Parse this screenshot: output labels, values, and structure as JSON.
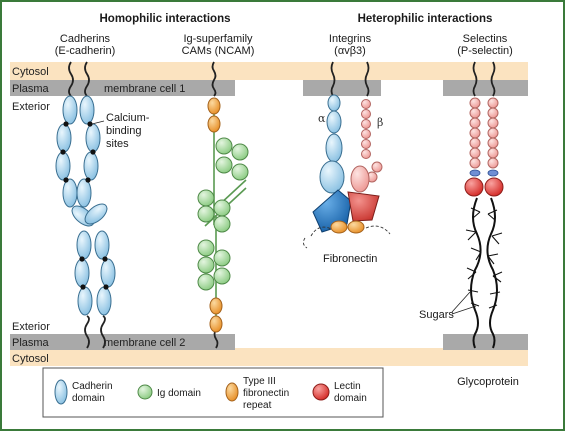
{
  "headers": {
    "homophilic": "Homophilic interactions",
    "heterophilic": "Heterophilic interactions"
  },
  "molecules": {
    "cadherins": {
      "name": "Cadherins",
      "example": "(E-cadherin)"
    },
    "ig_cams": {
      "name": "Ig-superfamily",
      "example": "CAMs (NCAM)"
    },
    "integrins": {
      "name": "Integrins",
      "example": "(αvβ3)"
    },
    "selectins": {
      "name": "Selectins",
      "example": "(P-selectin)"
    }
  },
  "regions": {
    "cytosol_top": "Cytosol",
    "plasma_label": "Plasma",
    "membrane1": "membrane cell 1",
    "exterior_top": "Exterior",
    "exterior_bottom": "Exterior",
    "membrane2": "membrane cell 2",
    "cytosol_bottom": "Cytosol"
  },
  "annotations": {
    "calcium_line1": "Calcium-",
    "calcium_line2": "binding",
    "calcium_line3": "sites",
    "alpha": "α",
    "beta": "β",
    "fibronectin": "Fibronectin",
    "sugars": "Sugars",
    "glycoprotein": "Glycoprotein"
  },
  "legend": {
    "cadherin_line1": "Cadherin",
    "cadherin_line2": "domain",
    "ig": "Ig domain",
    "type3_line1": "Type III",
    "type3_line2": "fibronectin",
    "type3_line3": "repeat",
    "lectin_line1": "Lectin",
    "lectin_line2": "domain"
  },
  "colors": {
    "cytosol_band": "#fbe3c0",
    "membrane_gray": "#a9a9a9",
    "cadherin_fill": "#bfe0f2",
    "ig_fill": "#b9e2b3",
    "fibronectin_fill": "#f1a94a",
    "lectin_fill": "#e8403c",
    "integrin_alpha": "#bfe0f2",
    "integrin_beta": "#f6b6b3",
    "integrin_alpha_head": "#1f78c8",
    "integrin_beta_head": "#e0524b",
    "frame": "#3a7a3a"
  }
}
